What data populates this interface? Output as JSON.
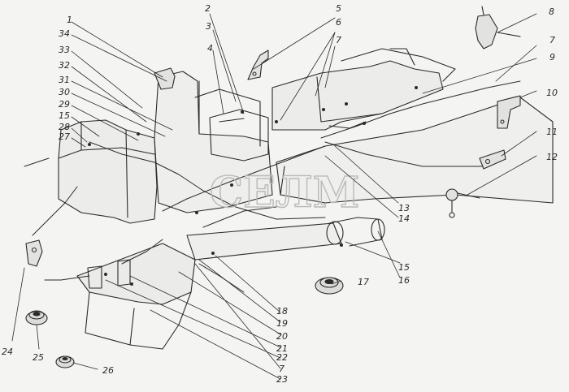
{
  "watermark": "СЕЛМ",
  "callouts": [
    "1",
    "2",
    "3",
    "4",
    "5",
    "6",
    "7",
    "8",
    "9",
    "10",
    "11",
    "12",
    "13",
    "14",
    "15",
    "16",
    "17",
    "18",
    "19",
    "20",
    "21",
    "22",
    "23",
    "24",
    "25",
    "26",
    "27",
    "28",
    "29",
    "30",
    "31",
    "32",
    "33",
    "34"
  ],
  "labels_right": {
    "n5": "5",
    "n6": "6",
    "n7a": "7",
    "n8": "8",
    "n7b": "7",
    "n9": "9",
    "n10": "10",
    "n11": "11",
    "n12": "12",
    "n13": "13",
    "n14": "14",
    "n15": "15",
    "n16": "16",
    "n17": "17"
  },
  "labels_top": {
    "n2": "2",
    "n3": "3",
    "n4": "4"
  },
  "labels_left": {
    "n1": "1",
    "n34": "34",
    "n33": "33",
    "n32": "32",
    "n31": "31",
    "n30": "30",
    "n29": "29",
    "n15b": "15",
    "n28": "28",
    "n27": "27"
  },
  "labels_bottom": {
    "n18": "18",
    "n19": "19",
    "n20": "20",
    "n21": "21",
    "n22": "22",
    "n7c": "7",
    "n23": "23",
    "n24": "24",
    "n25": "25",
    "n26": "26"
  },
  "colors": {
    "ink": "#2a2a2a",
    "paper": "#f4f4f2",
    "watermark": "#b9b9b9"
  }
}
